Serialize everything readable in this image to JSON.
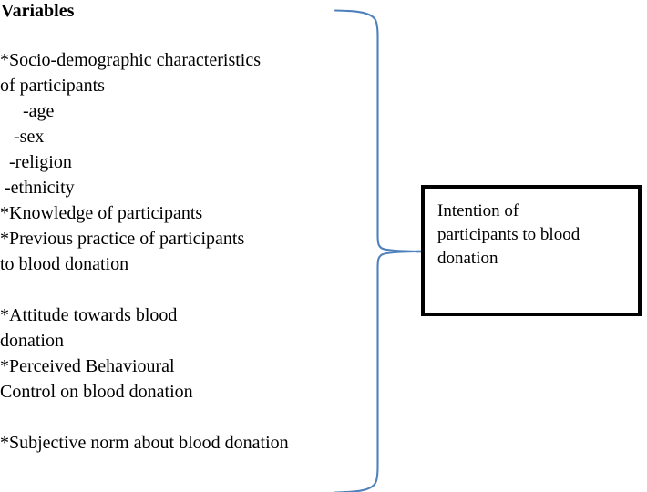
{
  "diagram": {
    "type": "conceptual-framework",
    "left_panel": {
      "title": "Variables",
      "lines": [
        "*Socio-demographic characteristics",
        "of participants",
        "     -age",
        "   -sex",
        "  -religion",
        " -ethnicity",
        "*Knowledge of participants",
        "*Previous practice of participants",
        "to blood donation",
        "",
        "*Attitude towards blood",
        "donation",
        "*Perceived Behavioural",
        "Control on blood donation",
        "",
        "*Subjective norm about blood donation"
      ]
    },
    "outcome_box": {
      "lines": [
        "Intention of",
        "participants to blood",
        "donation"
      ],
      "border_color": "#000000",
      "fill_color": "#ffffff"
    },
    "connector": {
      "shape": "curly-brace",
      "color": "#4F81BD",
      "direction": "left-to-right"
    }
  }
}
